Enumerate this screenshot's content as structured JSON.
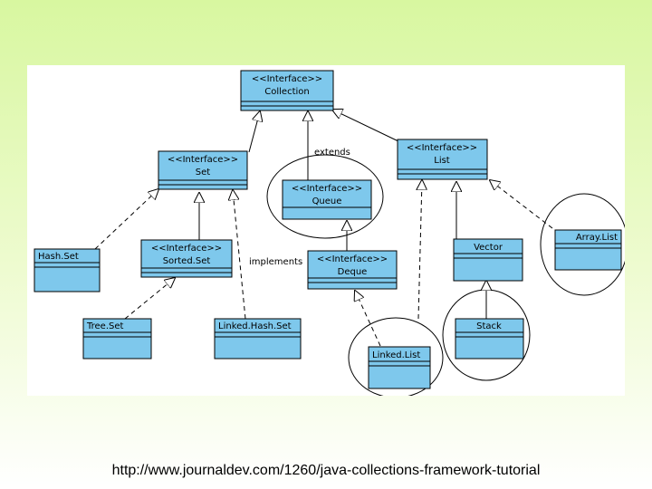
{
  "colors": {
    "box_fill": "#7ec8ec",
    "box_stroke": "#000000",
    "background_top": "#d8f7a0",
    "panel": "#ffffff"
  },
  "stereotype": "<<Interface>>",
  "boxes": {
    "collection": "Collection",
    "set": "Set",
    "queue": "Queue",
    "list": "List",
    "hashset": "Hash.Set",
    "sortedset": "Sorted.Set",
    "deque": "Deque",
    "vector": "Vector",
    "arraylist": "Array.List",
    "treeset": "Tree.Set",
    "linkedhashset": "Linked.Hash.Set",
    "linkedlist": "Linked.List",
    "stack": "Stack"
  },
  "labels": {
    "extends": "extends",
    "implements": "implements"
  },
  "footer": {
    "url": "http://www.journaldev.com/1260/java-collections-framework-tutorial"
  }
}
